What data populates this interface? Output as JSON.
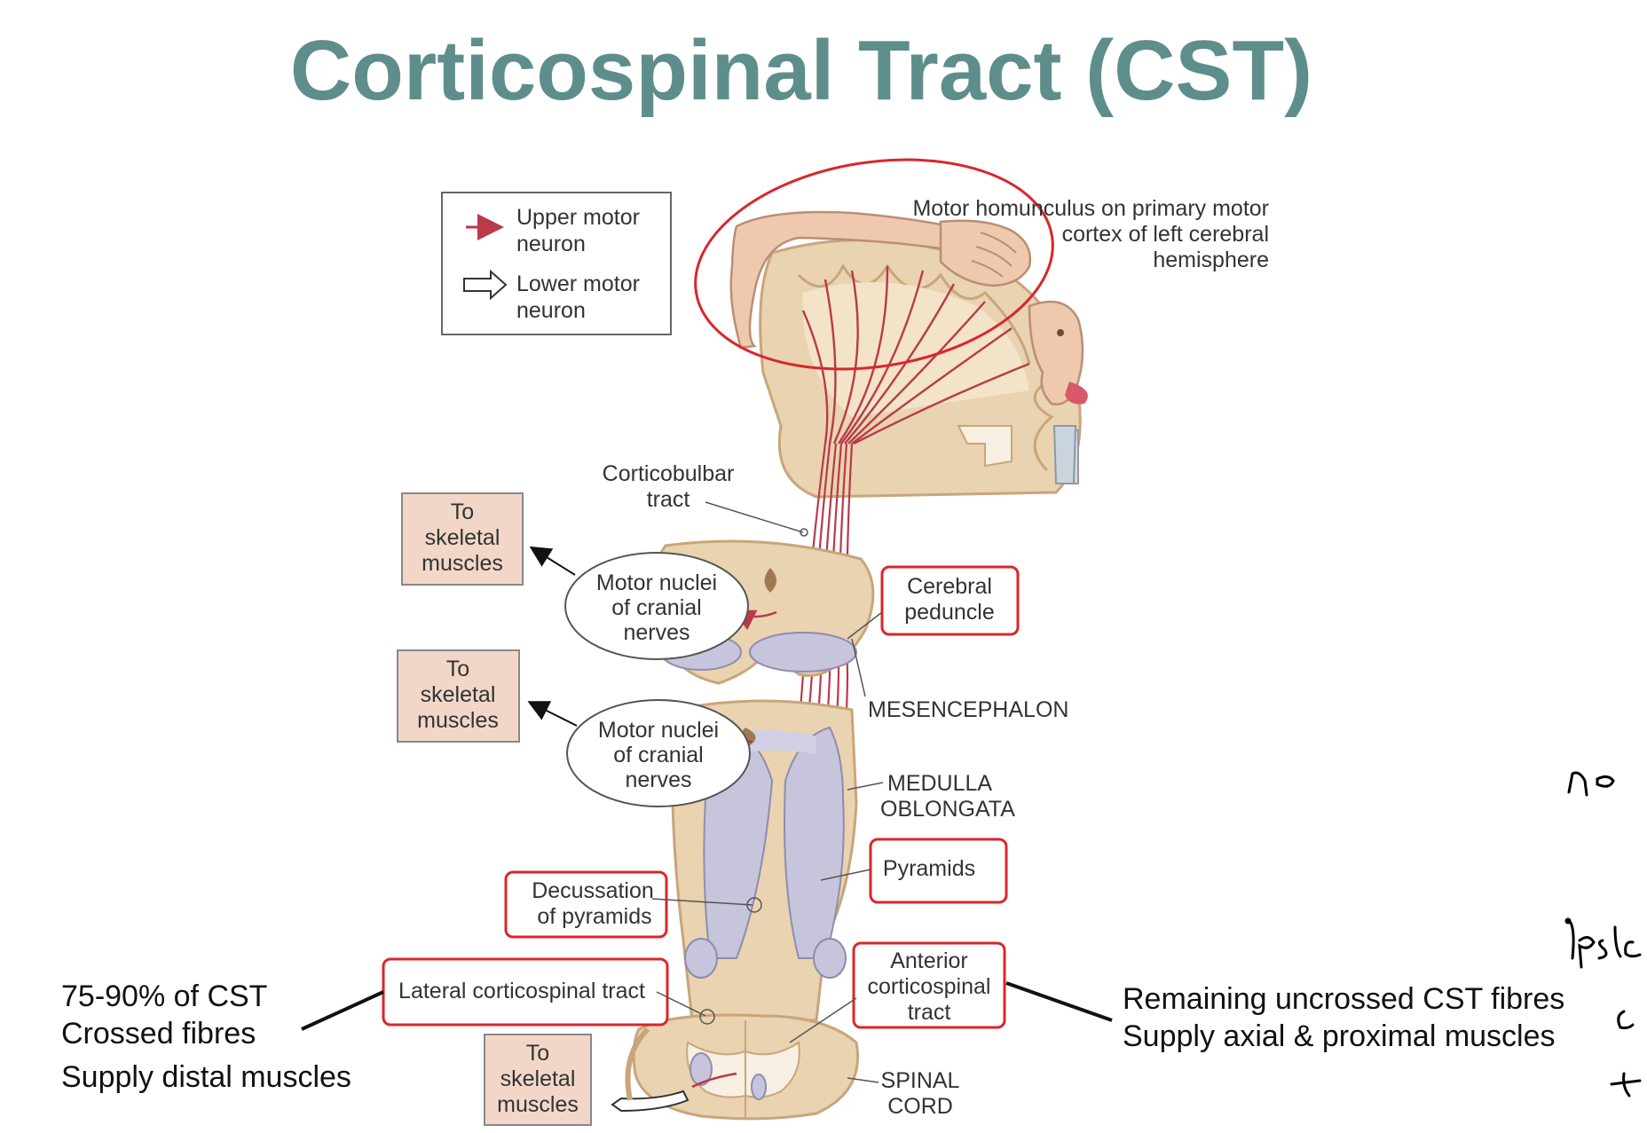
{
  "title": "Corticospinal Tract (CST)",
  "legend": {
    "upper_line1": "Upper motor",
    "upper_line2": "neuron",
    "lower_line1": "Lower motor",
    "lower_line2": "neuron"
  },
  "labels": {
    "homunculus": [
      "Motor homunculus on primary motor",
      "cortex of left cerebral",
      "hemisphere"
    ],
    "corticobulbar": [
      "Corticobulbar",
      "tract"
    ],
    "to_skeletal": [
      "To",
      "skeletal",
      "muscles"
    ],
    "motor_nuclei": [
      "Motor nuclei",
      "of cranial",
      "nerves"
    ],
    "cerebral_peduncle": [
      "Cerebral",
      "peduncle"
    ],
    "mesencephalon": "MESENCEPHALON",
    "medulla": [
      "MEDULLA",
      "OBLONGATA"
    ],
    "pyramids": "Pyramids",
    "decussation": [
      "Decussation",
      "of pyramids"
    ],
    "lateral_cst": "Lateral corticospinal tract",
    "anterior_cst": [
      "Anterior",
      "corticospinal",
      "tract"
    ],
    "spinal_cord": [
      "SPINAL",
      "CORD"
    ]
  },
  "notes": {
    "left": [
      "75-90% of CST",
      "Crossed fibres",
      "Supply distal muscles"
    ],
    "right": [
      "Remaining uncrossed CST fibres",
      "Supply axial & proximal muscles"
    ]
  },
  "colors": {
    "title": "#5e8e8b",
    "highlight_red": "#d9262c",
    "tract_red": "#b83a4b",
    "tissue": "#e9d3b0",
    "tissue_dark": "#c9a57a",
    "white_matter": "#c7c5dc",
    "muscle_box": "#f2d7c8"
  }
}
